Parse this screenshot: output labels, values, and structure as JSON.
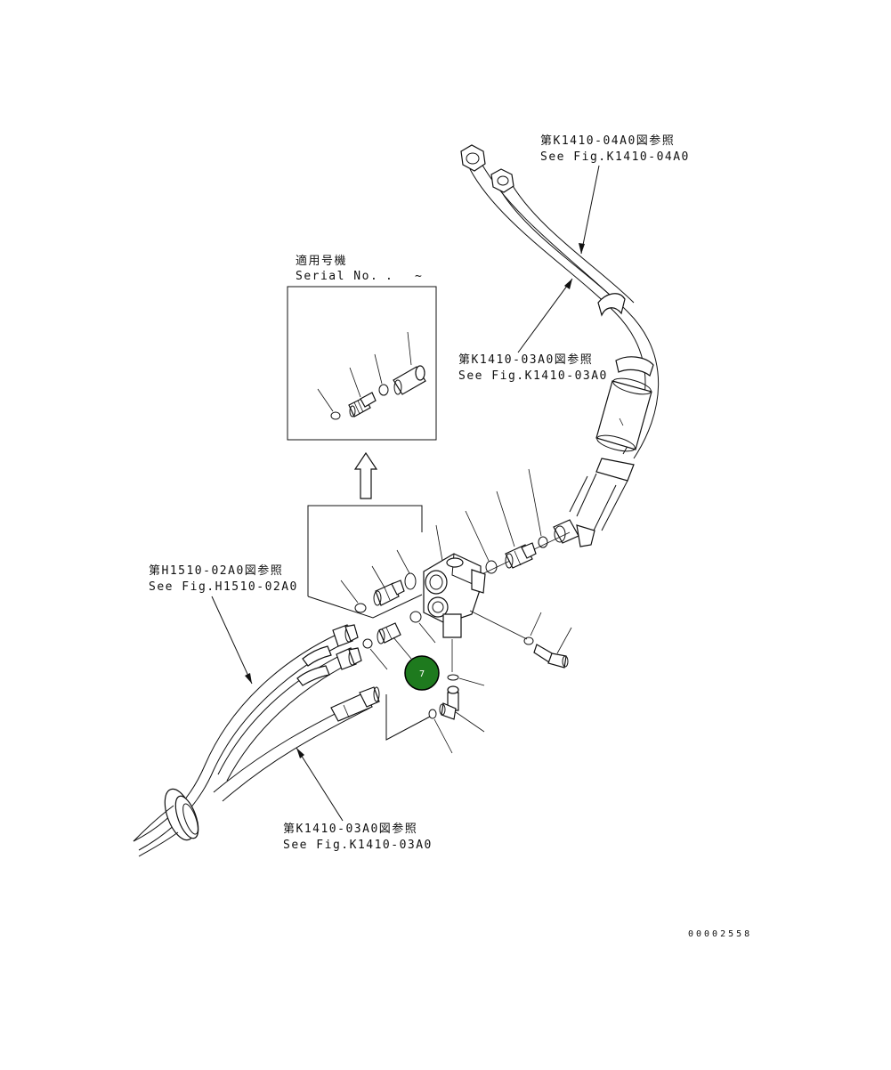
{
  "references": {
    "top_right": {
      "jp": "第K1410-04A0図参照",
      "en": "See Fig.K1410-04A0"
    },
    "middle_right": {
      "jp": "第K1410-03A0図参照",
      "en": "See Fig.K1410-03A0"
    },
    "left": {
      "jp": "第H1510-02A0図参照",
      "en": "See Fig.H1510-02A0"
    },
    "bottom": {
      "jp": "第K1410-03A0図参照",
      "en": "See Fig.K1410-03A0"
    }
  },
  "serial_box": {
    "title_jp": "適用号機",
    "title_en": "Serial No.",
    "range_sep": "~",
    "dot": "."
  },
  "callout": {
    "number": "7",
    "color": "#1e7a1e"
  },
  "document_number": "00002558"
}
